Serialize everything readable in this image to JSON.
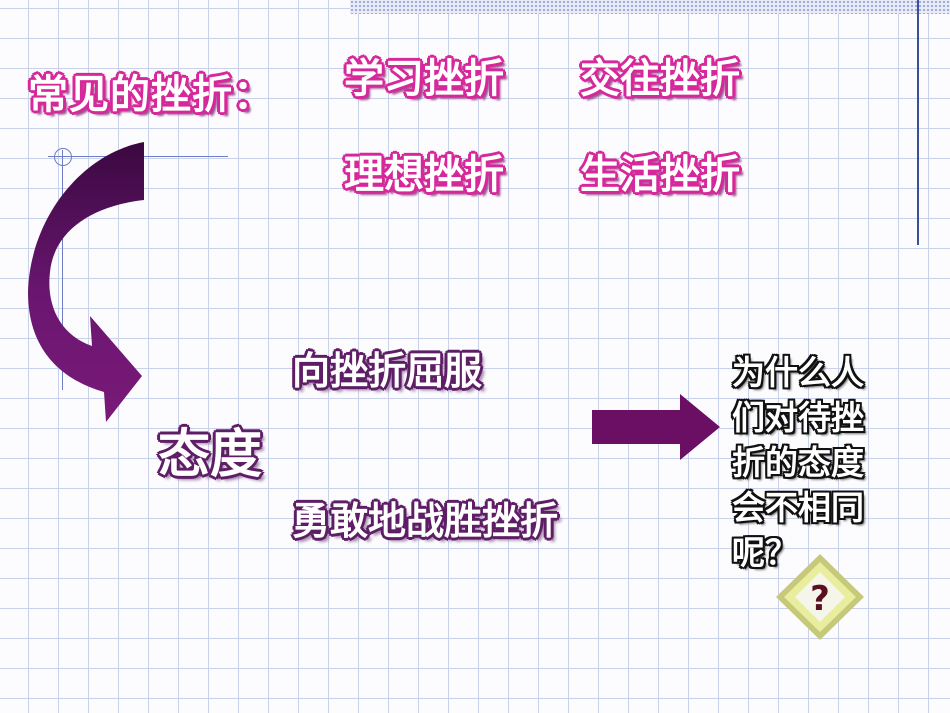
{
  "heading": "常见的挫折：",
  "categories": [
    "学习挫折",
    "交往挫折",
    "理想挫折",
    "生活挫折"
  ],
  "attitude_label": "态度",
  "options": [
    "向挫折屈服",
    "勇敢地战胜挫折"
  ],
  "question": "为什么人们对待挫折的态度会不相同呢？",
  "question_icon_glyph": "?",
  "colors": {
    "pink_outline": "#d6289a",
    "purple": "#6a0f63",
    "dark_purple": "#3e0a3f",
    "grid": "#c9d2ea"
  },
  "icons": [
    "curved-arrow-icon",
    "right-arrow-icon",
    "question-diamond-icon"
  ]
}
